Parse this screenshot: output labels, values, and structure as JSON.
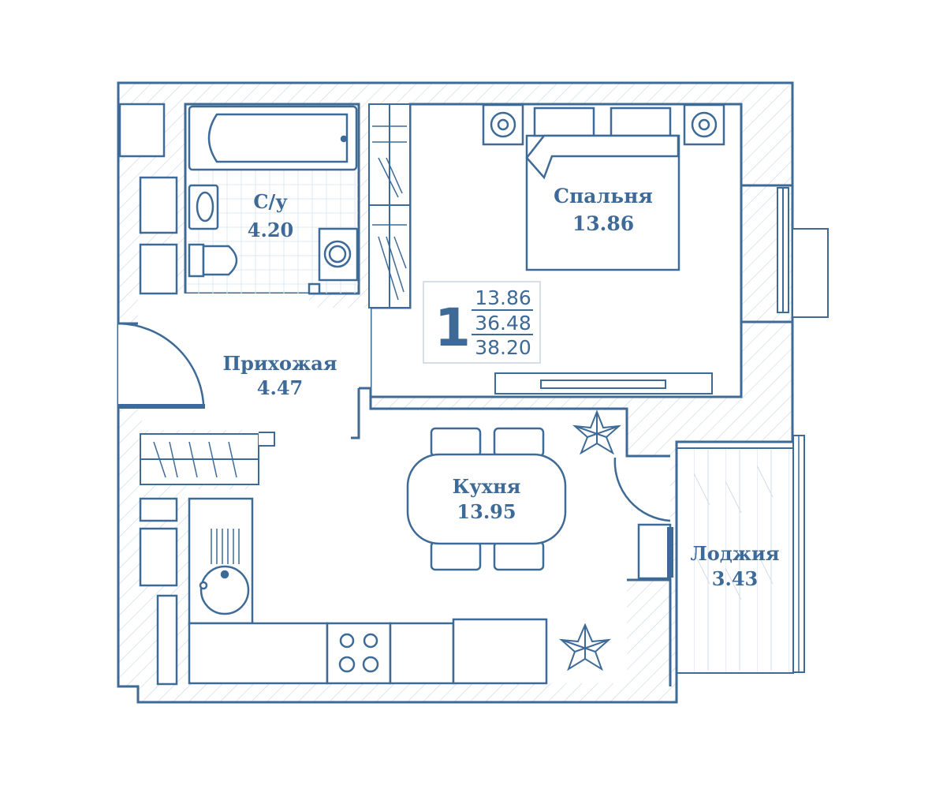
{
  "colors": {
    "line": "#3d6a96",
    "hatch": "#b8c9da",
    "tile": "#dfe8f0"
  },
  "rooms": {
    "bathroom": {
      "name": "С/у",
      "area": "4.20"
    },
    "bedroom": {
      "name": "Спальня",
      "area": "13.86"
    },
    "hallway": {
      "name": "Прихожая",
      "area": "4.47"
    },
    "kitchen": {
      "name": "Кухня",
      "area": "13.95"
    },
    "loggia": {
      "name": "Лоджия",
      "area": "3.43"
    }
  },
  "summary": {
    "rooms_count": "1",
    "living_area": "13.86",
    "total_area": "36.48",
    "total_with_loggia": "38.20"
  }
}
